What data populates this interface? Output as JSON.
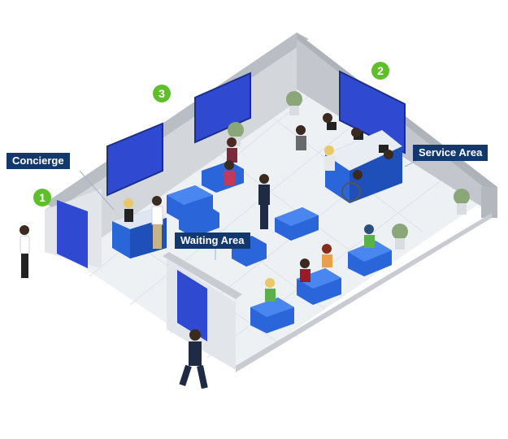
{
  "labels": {
    "concierge": "Concierge",
    "service_area": "Service Area",
    "waiting_area": "Waiting Area"
  },
  "badges": {
    "one": "1",
    "two": "2",
    "three": "3"
  },
  "colors": {
    "badge_green": "#5fbf2a",
    "label_navy": "#13386e",
    "furniture_blue": "#2a66d9",
    "screen_blue": "#2f4ad0",
    "wall_grey": "#c8ccd2",
    "floor_light": "#eef1f4"
  }
}
